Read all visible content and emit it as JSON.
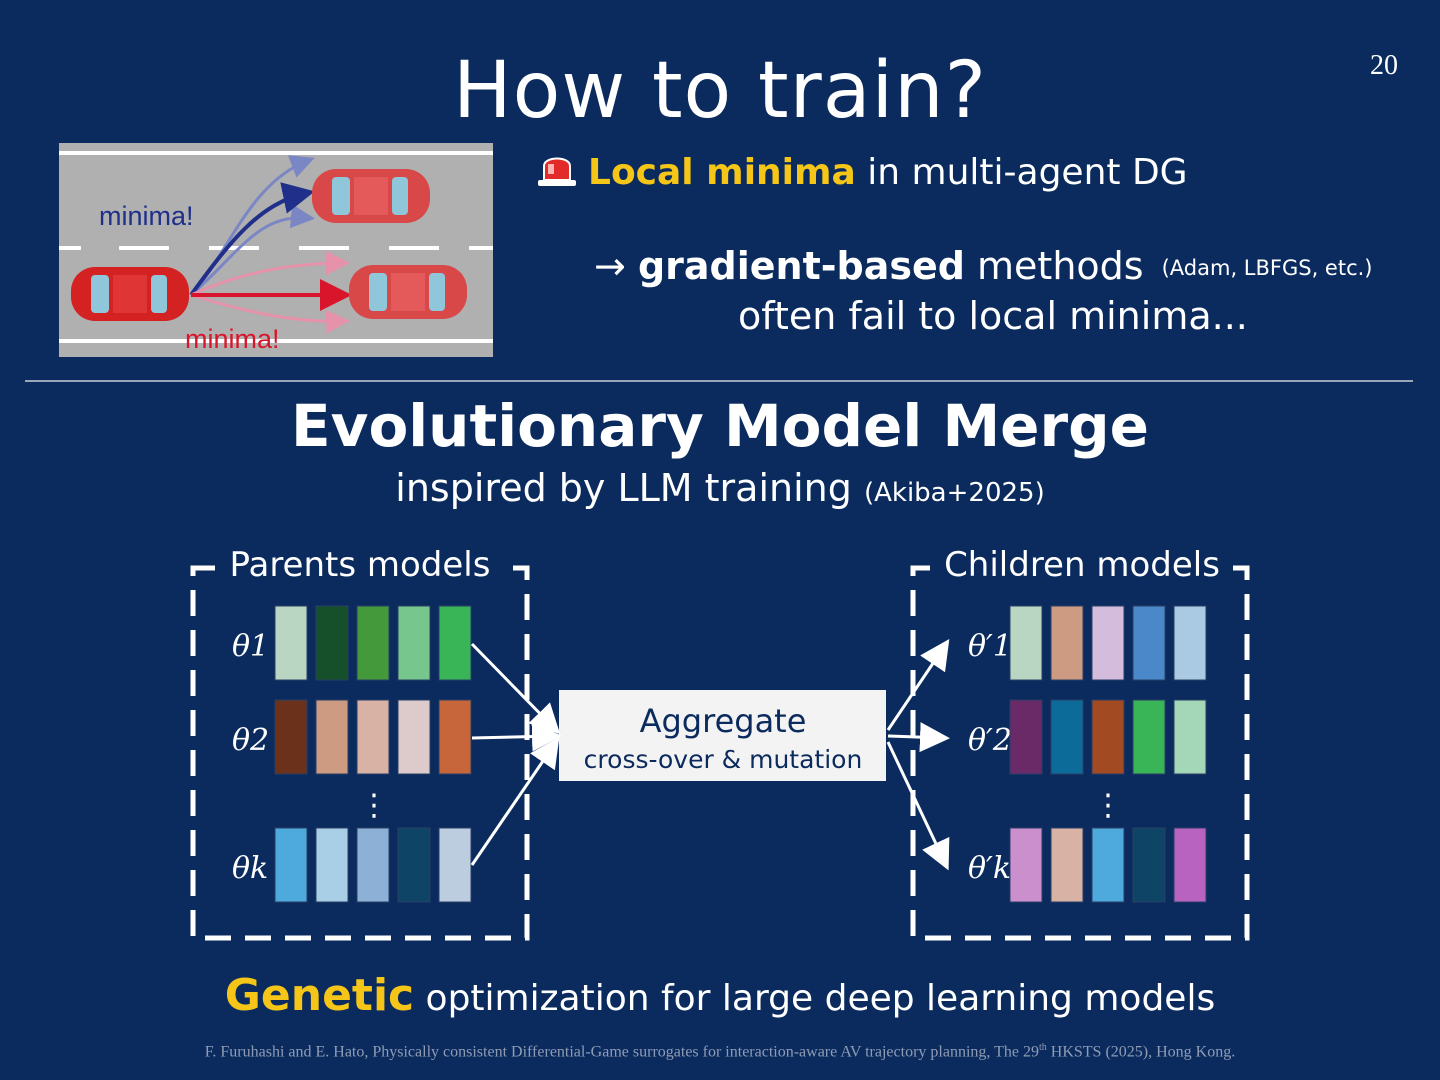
{
  "slide": {
    "title": "How to train?",
    "page_number": "20"
  },
  "figure": {
    "label_top": "minima!",
    "label_bottom": "minima!"
  },
  "problem": {
    "icon": "siren-icon",
    "highlight": "Local minima",
    "rest": " in multi-agent DG",
    "arrow": "→",
    "bold": "gradient-based",
    "methods": " methods",
    "examples": "(Adam, LBFGS, etc.)",
    "second_line": "often fail to local minima..."
  },
  "section": {
    "title": "Evolutionary Model Merge",
    "subtitle": "inspired by LLM training",
    "reference": "(Akiba+2025)"
  },
  "diagram": {
    "parents_label": "Parents models",
    "children_label": "Children models",
    "parent_thetas": [
      "θ1",
      "θ2",
      "θk"
    ],
    "child_thetas": [
      "θ′1",
      "θ′2",
      "θ′k"
    ],
    "aggregate_title": "Aggregate",
    "aggregate_sub": "cross-over & mutation",
    "ellipsis": "⋮",
    "parent_colors": [
      [
        "#b8d6c2",
        "#15502a",
        "#449a3a",
        "#76c68d",
        "#39b557"
      ],
      [
        "#6b311a",
        "#cd9a82",
        "#d8b2a4",
        "#dccbca",
        "#c7663a"
      ],
      [
        "#4ea9dc",
        "#a9cfe6",
        "#8db0d6",
        "#0e4466",
        "#bdcde0"
      ]
    ],
    "child_colors": [
      [
        "#b8d6c2",
        "#cd9a82",
        "#d4bcdd",
        "#4a88ca",
        "#a9cae2"
      ],
      [
        "#6a2a68",
        "#0c6b98",
        "#a24b22",
        "#39b557",
        "#a3d7b7"
      ],
      [
        "#cc8fce",
        "#d8b2a4",
        "#4ea9dc",
        "#0e4466",
        "#b963c1"
      ]
    ]
  },
  "bottom": {
    "highlight": "Genetic",
    "rest": " optimization for large deep learning models"
  },
  "footer": {
    "pre": "F. Furuhashi and E. Hato, Physically consistent  Differential-Game surrogates for interaction-aware AV trajectory planning, The 29",
    "sup": "th",
    "post": "  HKSTS (2025), Hong Kong."
  }
}
